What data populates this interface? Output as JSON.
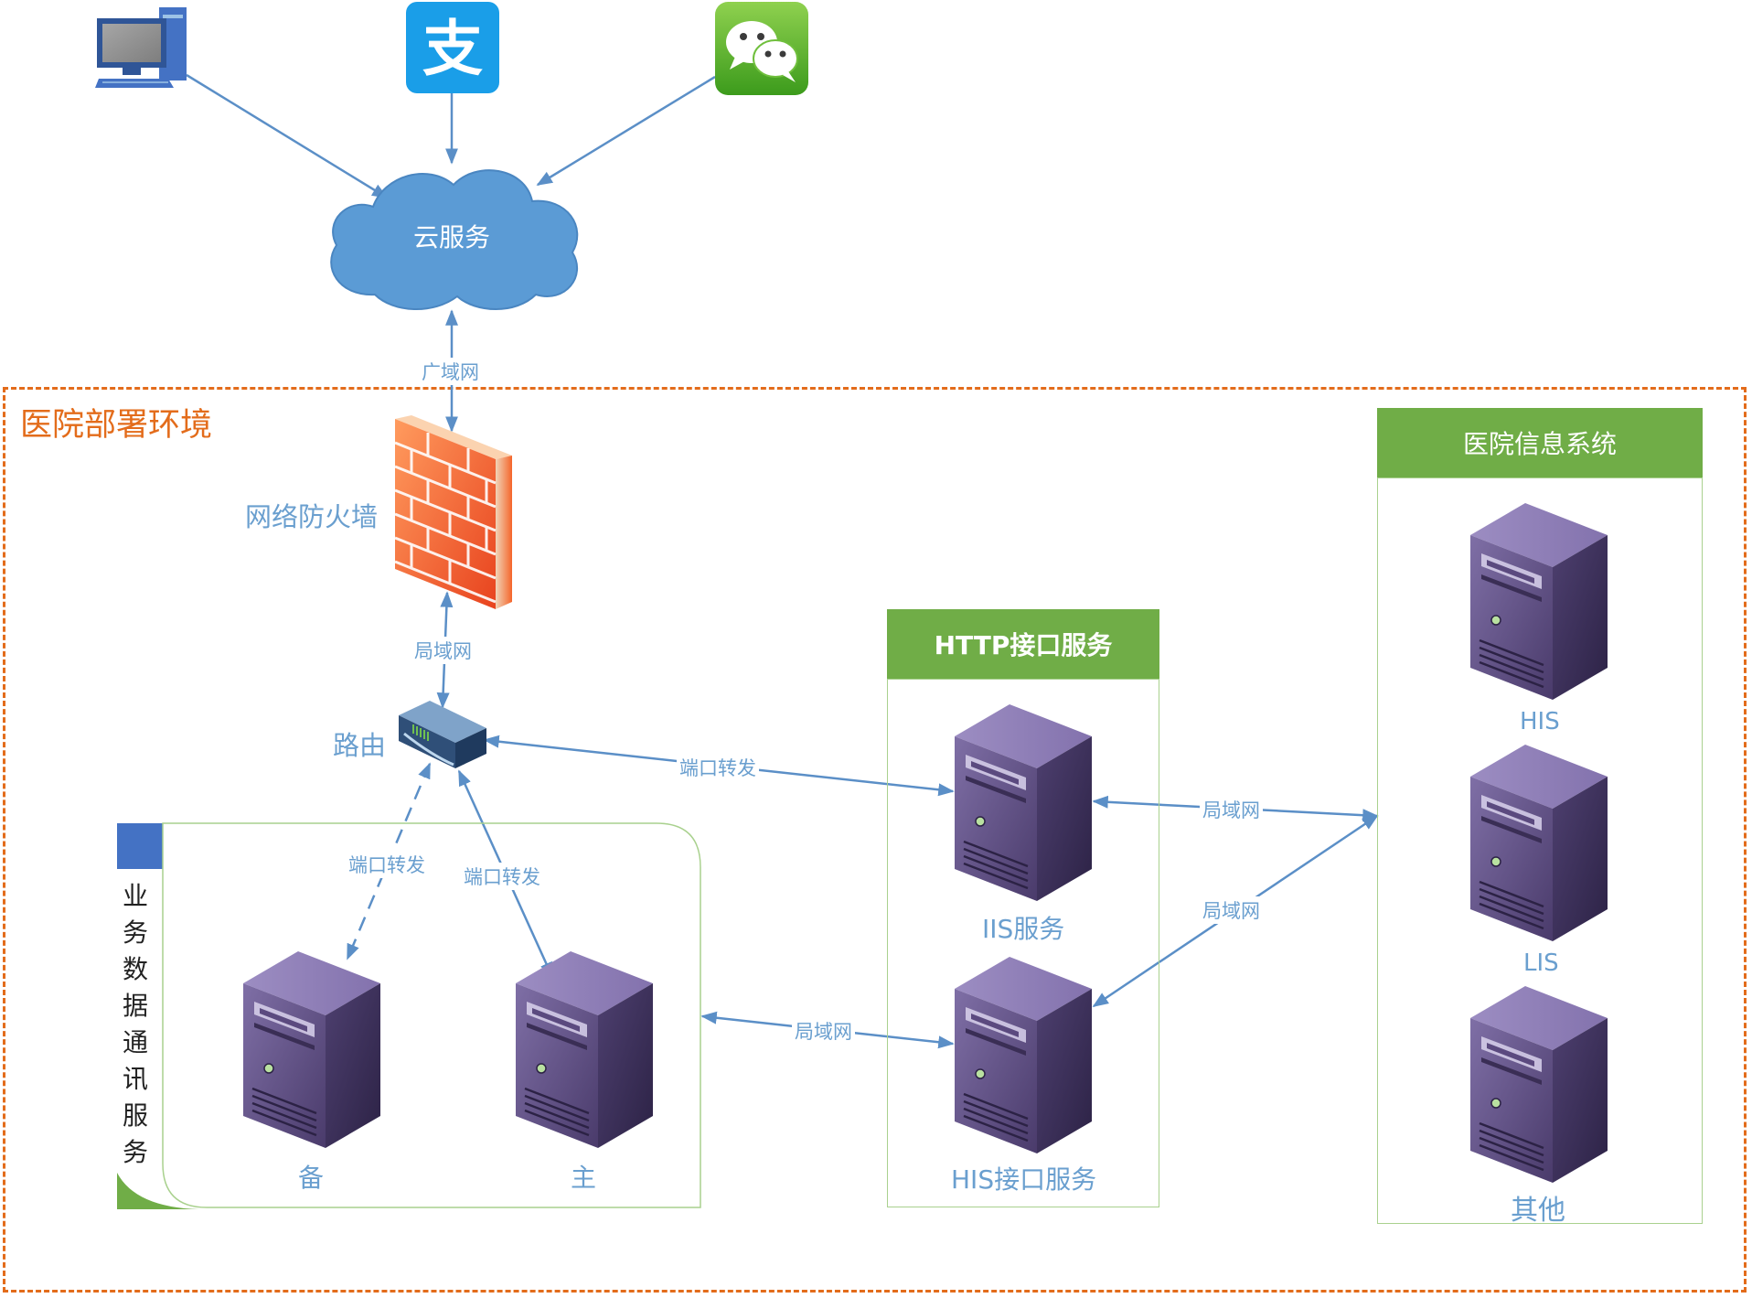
{
  "cloud": {
    "label": "云服务"
  },
  "wan_label": "广域网",
  "environment": {
    "title": "医院部署环境"
  },
  "firewall": {
    "label": "网络防火墙"
  },
  "router": {
    "label": "路由"
  },
  "lan_labels": {
    "firewall_router": "局域网",
    "iis_his": "局域网",
    "hisapi_his": "局域网",
    "main_hisapi": "局域网"
  },
  "port_forward_labels": {
    "router_iis": "端口转发",
    "router_backup": "端口转发",
    "router_main": "端口转发"
  },
  "business_panel": {
    "title_chars": [
      "业",
      "务",
      "数",
      "据",
      "通",
      "讯",
      "服",
      "务"
    ],
    "backup_label": "备",
    "main_label": "主"
  },
  "http_panel": {
    "title": "HTTP接口服务",
    "iis_label": "IIS服务",
    "his_api_label": "HIS接口服务"
  },
  "hospital_panel": {
    "title": "医院信息系统",
    "servers": [
      "HIS",
      "LIS",
      "其他"
    ]
  },
  "colors": {
    "accent_orange": "#e36c1b",
    "panel_green": "#70ad47",
    "arrow_blue": "#5b8fc7",
    "label_blue": "#6a9fcf",
    "cloud_blue": "#5b9bd5",
    "server_purple": "#5b4a7f"
  },
  "icons": {
    "client_pc": "desktop-computer-icon",
    "alipay": "alipay-icon",
    "wechat": "wechat-icon",
    "firewall": "brick-firewall-icon",
    "router": "router-icon",
    "server": "server-tower-icon"
  }
}
